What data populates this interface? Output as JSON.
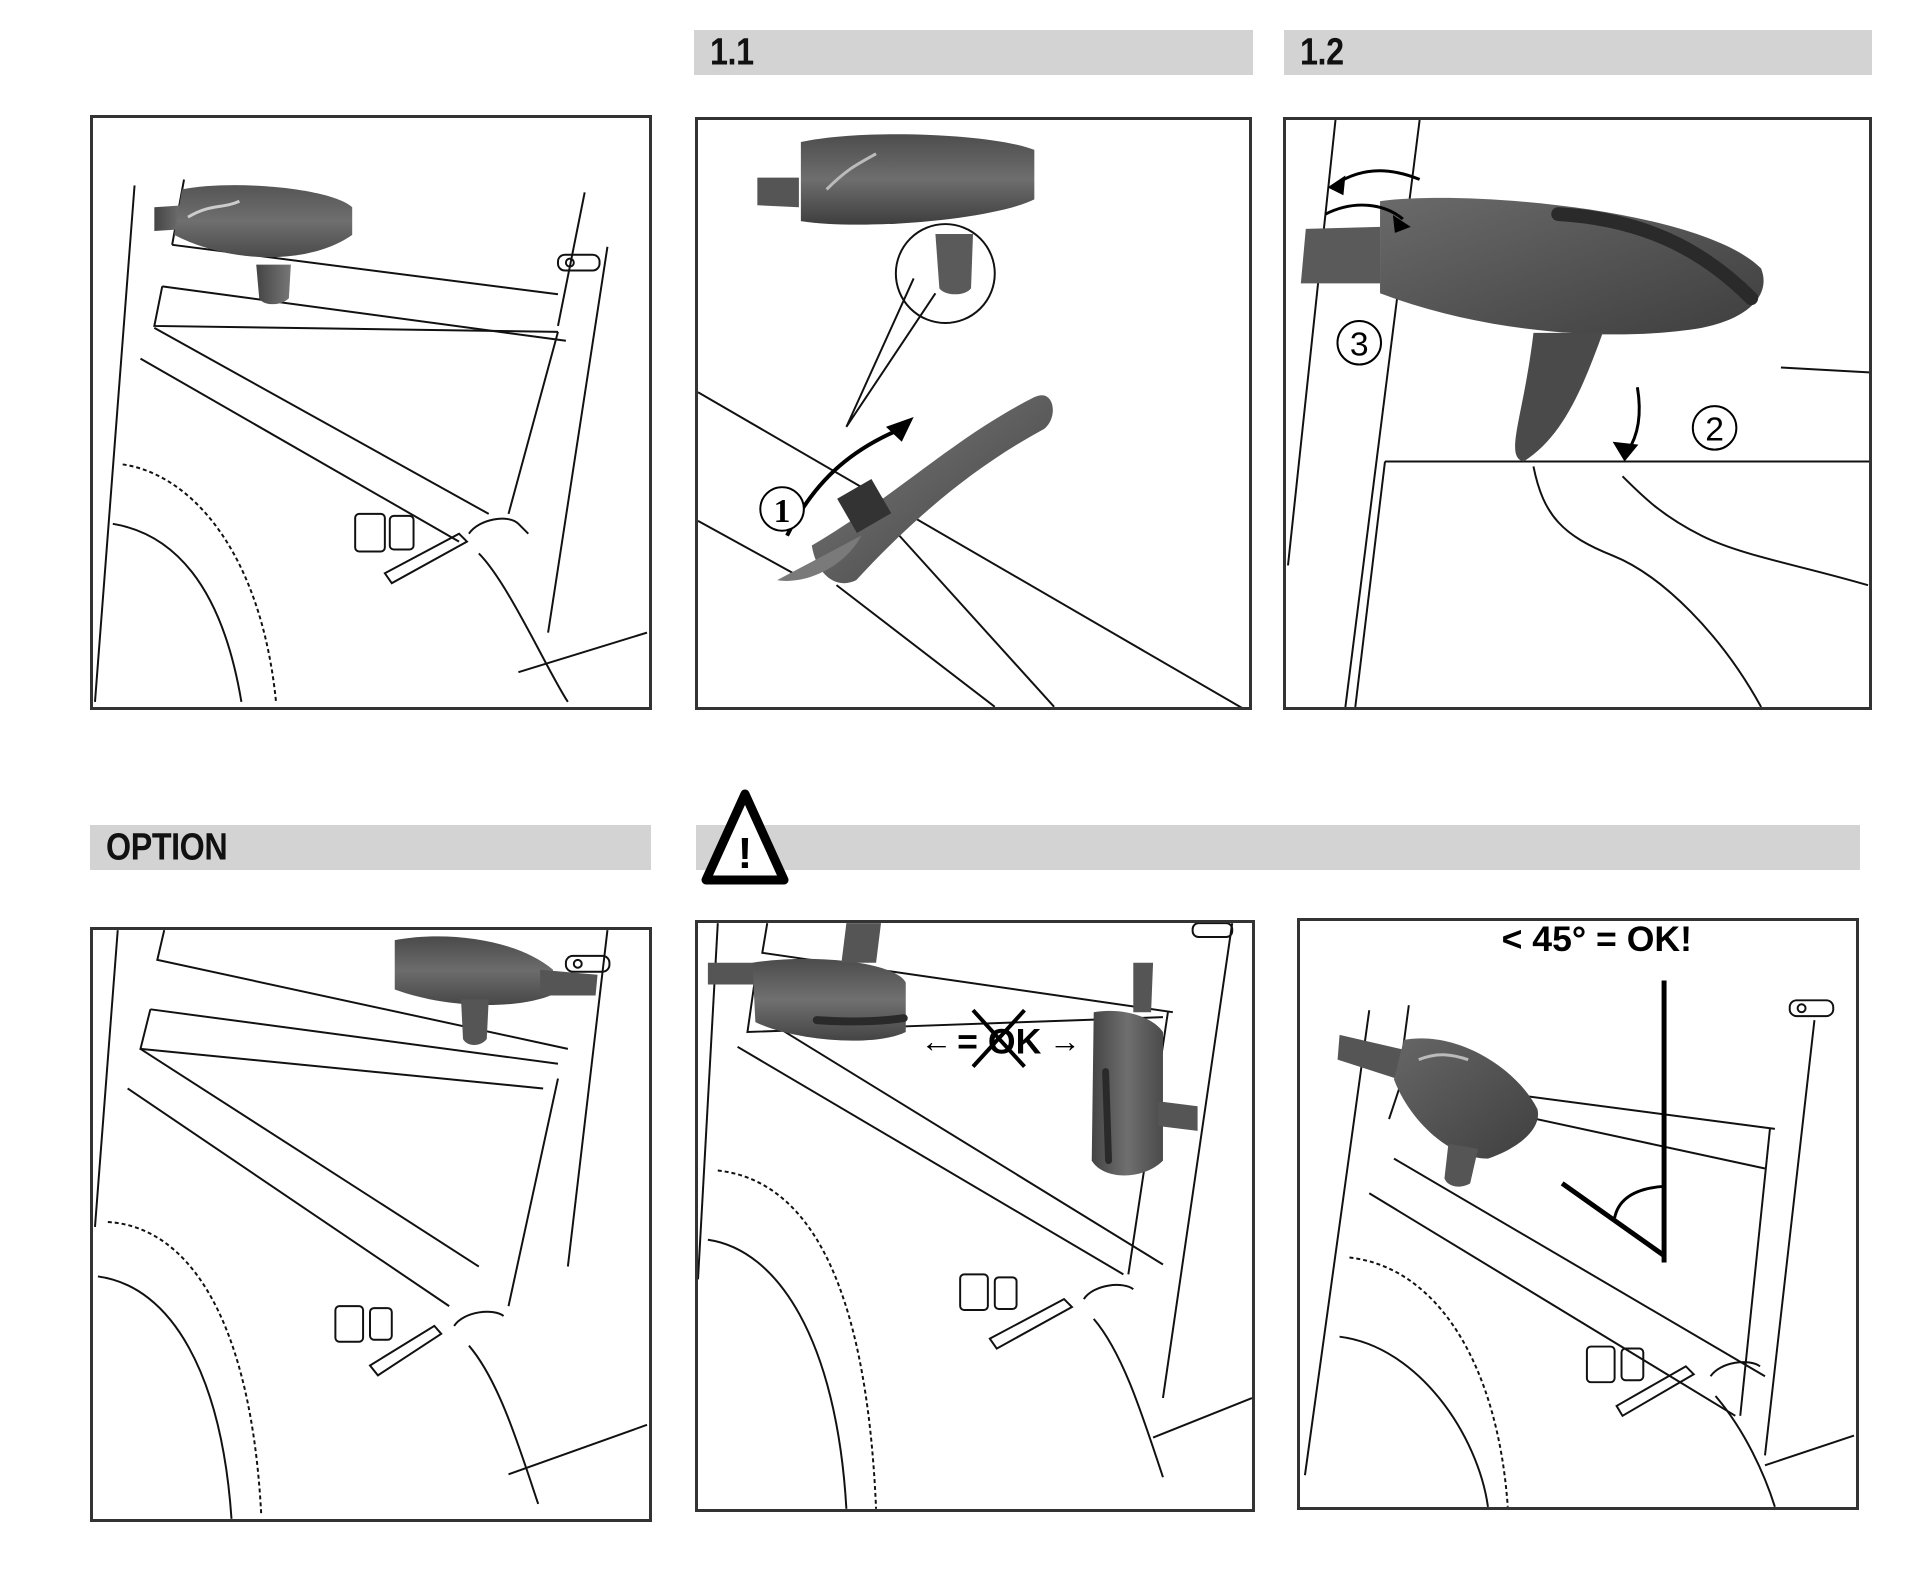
{
  "sections": {
    "step_1_1": {
      "label": "1.1"
    },
    "step_1_2": {
      "label": "1.2"
    },
    "option": {
      "label": "OPTION"
    },
    "warning": {
      "icon": "warning-triangle-icon",
      "symbol": "!"
    }
  },
  "panels": {
    "overview": {
      "description_icon": "bike-frame-with-top-tube-bag"
    },
    "step_1_1": {
      "callout": "1"
    },
    "step_1_2": {
      "callout_strap": "3",
      "callout_wrap": "2"
    },
    "option": {
      "description_icon": "bag-mounted-near-seat-tube"
    },
    "not_ok": {
      "label": "= OK",
      "crossed": true,
      "arrow_left": "←",
      "arrow_right": "→"
    },
    "angle_ok": {
      "label": "< 45° = OK!",
      "angle_deg": 45
    }
  },
  "colors": {
    "bar_gray": "#d3d3d3",
    "bag_dark": "#3c3c3c",
    "bag_mid": "#6a6a6a",
    "line": "#111111"
  }
}
